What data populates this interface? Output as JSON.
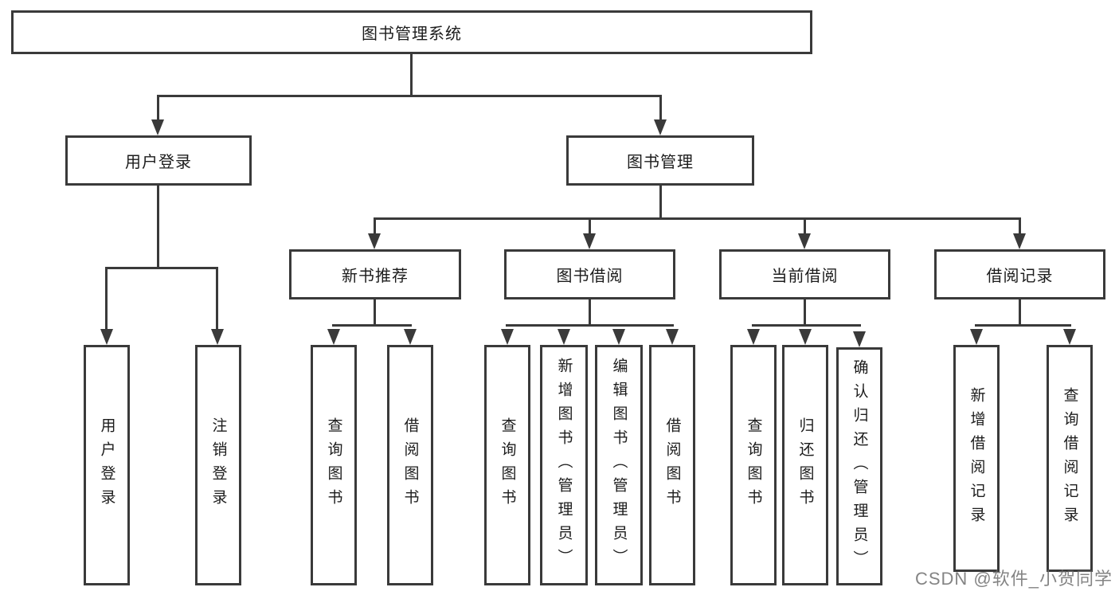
{
  "diagram": {
    "type": "tree",
    "tree": {
      "root_label": "图书管理系统",
      "branches": [
        {
          "label": "用户登录",
          "leaves": [
            "用户登录",
            "注销登录"
          ]
        },
        {
          "label": "图书管理",
          "groups": [
            {
              "label": "新书推荐",
              "leaves": [
                "查询图书",
                "借阅图书"
              ]
            },
            {
              "label": "图书借阅",
              "leaves": [
                "查询图书",
                "新增图书（管理员）",
                "编辑图书（管理员）",
                "借阅图书"
              ]
            },
            {
              "label": "当前借阅",
              "leaves": [
                "查询图书",
                "归还图书",
                "确认归还（管理员）"
              ]
            },
            {
              "label": "借阅记录",
              "leaves": [
                "新增借阅记录",
                "查询借阅记录"
              ]
            }
          ]
        }
      ]
    },
    "colors": {
      "line": "#3a3a3a",
      "box_border": "#3a3a3a",
      "text": "#1c1c1c",
      "background": "#ffffff",
      "watermark": "#696969"
    }
  },
  "watermark": "CSDN @软件_小贺同学"
}
